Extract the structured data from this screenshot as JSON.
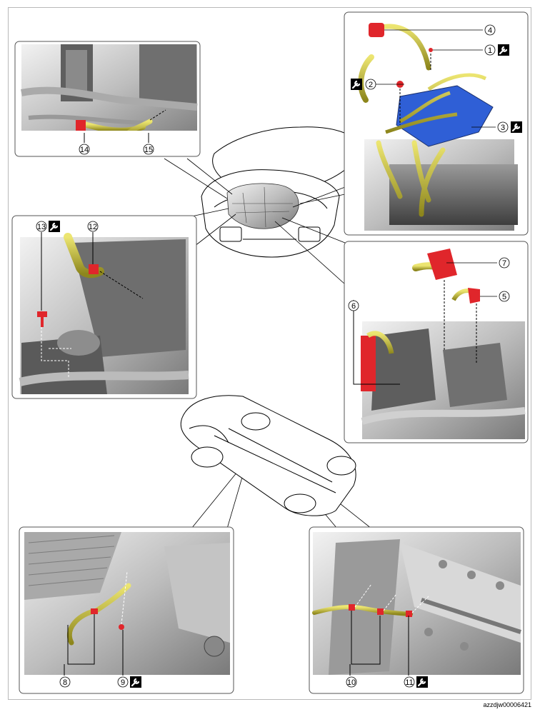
{
  "document_id": "azzdjw00006421",
  "callouts": [
    {
      "id": 1,
      "label": "1",
      "wrench": true
    },
    {
      "id": 2,
      "label": "2",
      "wrench": true
    },
    {
      "id": 3,
      "label": "3",
      "wrench": true
    },
    {
      "id": 4,
      "label": "4",
      "wrench": false
    },
    {
      "id": 5,
      "label": "5",
      "wrench": false
    },
    {
      "id": 6,
      "label": "6",
      "wrench": false
    },
    {
      "id": 7,
      "label": "7",
      "wrench": false
    },
    {
      "id": 8,
      "label": "8",
      "wrench": false
    },
    {
      "id": 9,
      "label": "9",
      "wrench": true
    },
    {
      "id": 10,
      "label": "10",
      "wrench": false
    },
    {
      "id": 11,
      "label": "11",
      "wrench": true
    },
    {
      "id": 12,
      "label": "12",
      "wrench": false
    },
    {
      "id": 13,
      "label": "13",
      "wrench": true
    },
    {
      "id": 14,
      "label": "14",
      "wrench": false
    },
    {
      "id": 15,
      "label": "15",
      "wrench": false
    }
  ],
  "colors": {
    "harness": "#c9c23a",
    "harness_dark": "#6f6a12",
    "clip_red": "#e0262b",
    "fuse_box_blue": "#2f5fd6",
    "engine_gray": "#cfcfcf",
    "engine_dark": "#6c6c6c",
    "line": "#000000",
    "panel_border": "#555555"
  }
}
